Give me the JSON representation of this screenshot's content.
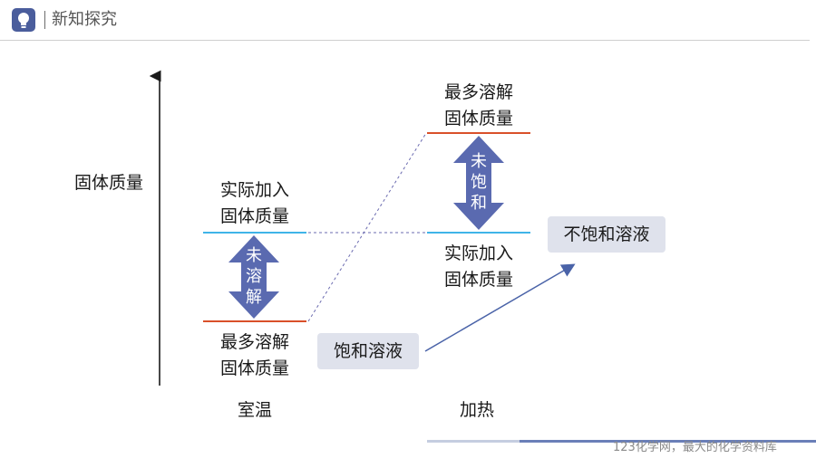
{
  "header": {
    "title": "新知探究",
    "icon": "lightbulb-icon"
  },
  "y_axis_label": "固体质量",
  "left": {
    "top_label": [
      "实际加入",
      "固体质量"
    ],
    "bottom_label": [
      "最多溶解",
      "固体质量"
    ],
    "arrow_text": [
      "未",
      "溶",
      "解"
    ],
    "state_box": "饱和溶液",
    "condition": "室温"
  },
  "right": {
    "top_label": [
      "最多溶解",
      "固体质量"
    ],
    "bottom_label": [
      "实际加入",
      "固体质量"
    ],
    "arrow_text": [
      "未",
      "饱",
      "和"
    ],
    "state_box": "不饱和溶液",
    "condition": "加热"
  },
  "watermark": "123化学网，最大的化学资料库",
  "colors": {
    "red_line": "#d9502a",
    "cyan_line": "#3fb4e8",
    "arrow": "#5a6ab0",
    "box": "#dfe2ec",
    "accent": "#4a5d9c"
  }
}
